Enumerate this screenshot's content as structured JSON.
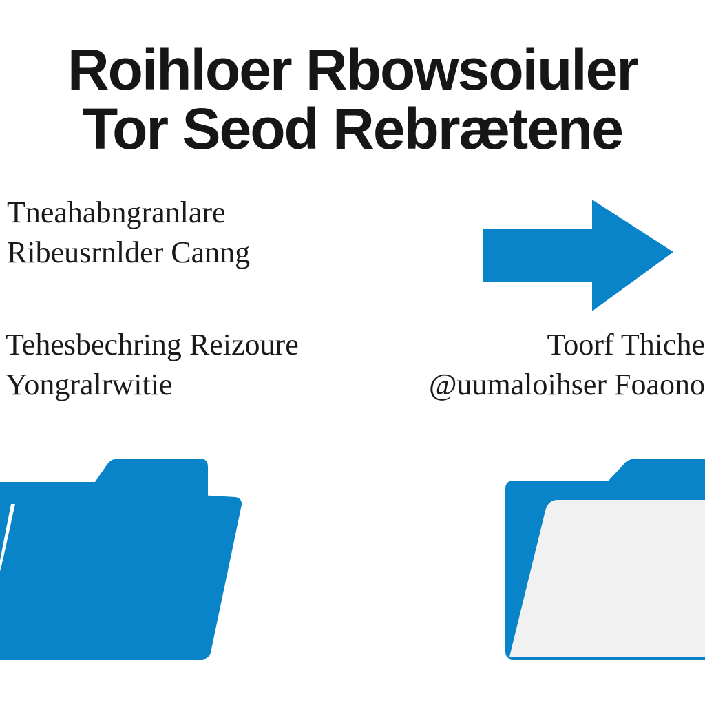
{
  "title": {
    "line1": "Roihloer Rbowsoiuler",
    "line2": "Tor Seod Rebrætene"
  },
  "labels": {
    "left_top": {
      "line1": "Tneahabngranlare",
      "line2": "Ribeusrnlder Canng"
    },
    "left_bottom": {
      "line1": "Tehesbechring Reizoure",
      "line2": "Yongralrwitie"
    },
    "right_bottom": {
      "line1": "Toorf Thiche",
      "line2": "@uumaloihser Foaono"
    }
  },
  "icons": {
    "arrow": "arrow-right-icon",
    "source_folder": "folder-icon",
    "target_folder": "open-folder-icon"
  },
  "colors": {
    "accent": "#0a84c8",
    "text": "#161616",
    "paper": "#f1f1f1",
    "background": "#ffffff"
  }
}
